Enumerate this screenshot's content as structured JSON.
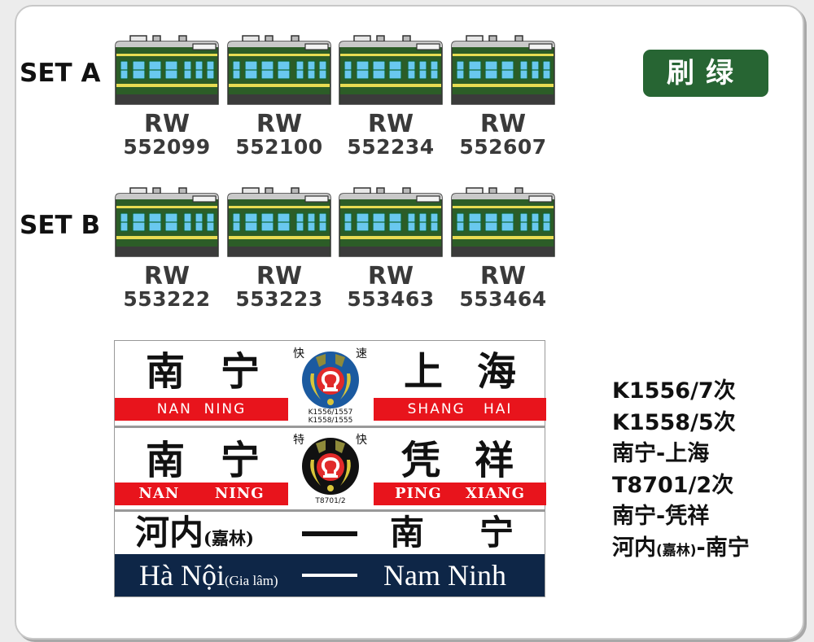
{
  "badge": {
    "label": "刷绿",
    "color": "#276533"
  },
  "sets": [
    {
      "label": "SET A",
      "cars": [
        {
          "type": "RW",
          "number": "552099"
        },
        {
          "type": "RW",
          "number": "552100"
        },
        {
          "type": "RW",
          "number": "552234"
        },
        {
          "type": "RW",
          "number": "552607"
        }
      ]
    },
    {
      "label": "SET B",
      "cars": [
        {
          "type": "RW",
          "number": "553222"
        },
        {
          "type": "RW",
          "number": "553223"
        },
        {
          "type": "RW",
          "number": "553463"
        },
        {
          "type": "RW",
          "number": "553464"
        }
      ]
    }
  ],
  "livery_colors": {
    "body": "#2c5d27",
    "stripe": "#e8dc52",
    "window": "#69c8ef",
    "roof": "#c9c9c9",
    "skirt": "#3b3b3b"
  },
  "signboards": [
    {
      "from_zh": [
        "南",
        "宁"
      ],
      "to_zh": [
        "上",
        "海"
      ],
      "from_en": [
        "NAN",
        "NING"
      ],
      "to_en": [
        "SHANG",
        "HAI"
      ],
      "class_left": "快",
      "class_right": "速",
      "train_codes": [
        "K1556/1557",
        "K1558/1555"
      ],
      "emblem_ring": "#1b5aa0"
    },
    {
      "from_zh": [
        "南",
        "宁"
      ],
      "to_zh": [
        "凭",
        "祥"
      ],
      "from_en": [
        "NAN",
        "NING"
      ],
      "to_en": [
        "PING",
        "XIANG"
      ],
      "class_left": "特",
      "class_right": "快",
      "train_codes": [
        "T8701/2"
      ],
      "emblem_ring": "#111111"
    },
    {
      "from_zh": "河内",
      "from_zh_sub": "(嘉林)",
      "to_zh": [
        "南",
        "宁"
      ],
      "from_vi": "Hà Nội",
      "from_vi_sub": "(Gia lâm)",
      "to_vi": "Nam Ninh"
    }
  ],
  "routes_list": {
    "lines": [
      "K1556/7次",
      "K1558/5次",
      "南宁-上海",
      "T8701/2次",
      "南宁-凭祥"
    ],
    "last_line": {
      "a": "河内",
      "b": "(嘉林)",
      "c": "-南宁"
    }
  }
}
